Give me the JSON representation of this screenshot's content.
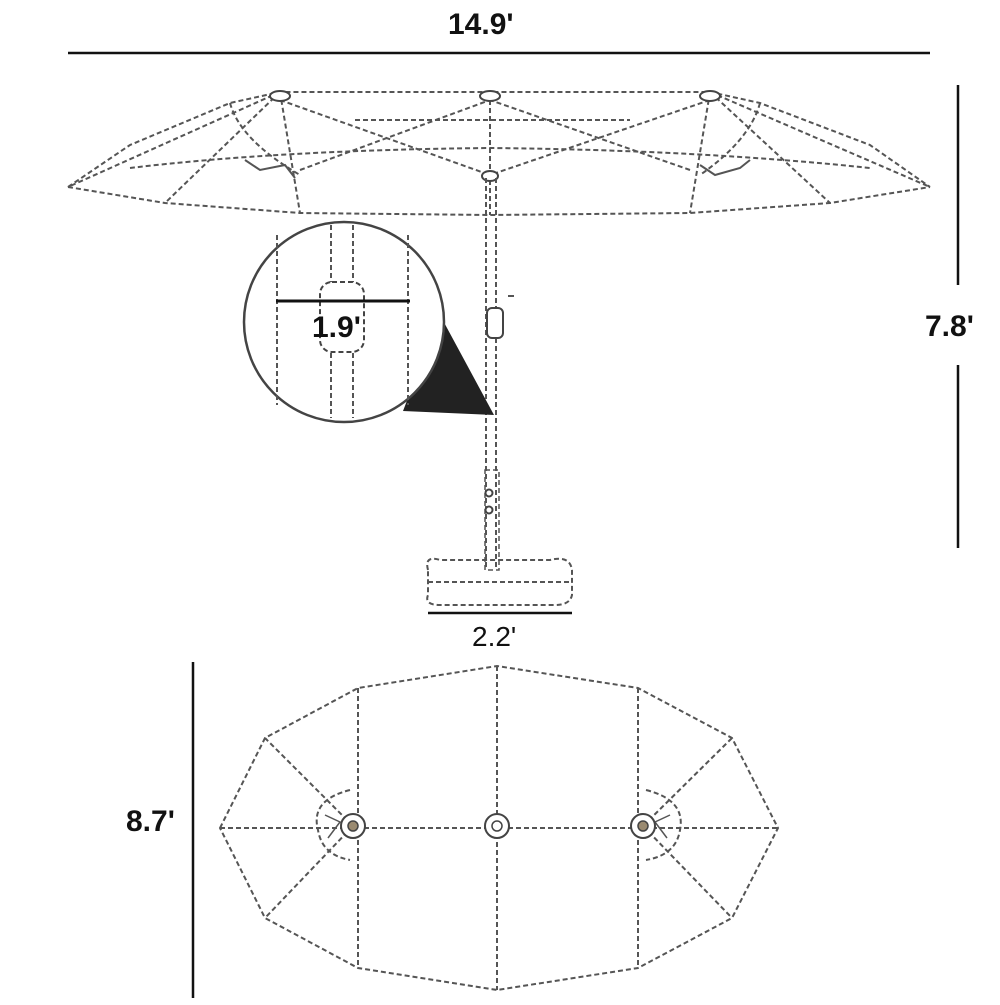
{
  "dimensions": {
    "width_label": "14.9'",
    "height_label": "7.8'",
    "pole_detail_label": "1.9'",
    "base_label": "2.2'",
    "canopy_depth_label": "8.7'"
  }
}
